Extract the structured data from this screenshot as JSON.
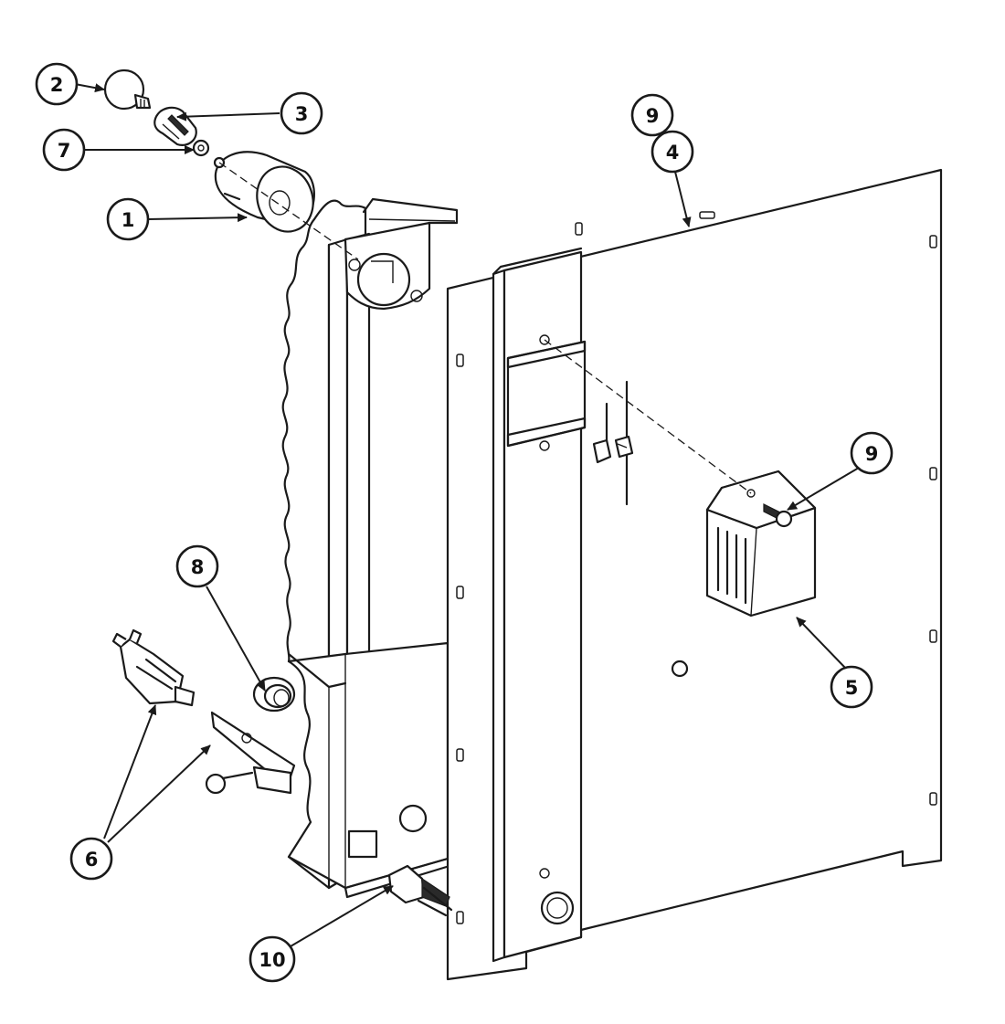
{
  "diagram": {
    "callouts": [
      {
        "id": "c1",
        "label": "1"
      },
      {
        "id": "c2",
        "label": "2"
      },
      {
        "id": "c3",
        "label": "3"
      },
      {
        "id": "c4",
        "label": "4"
      },
      {
        "id": "c5",
        "label": "5"
      },
      {
        "id": "c6",
        "label": "6"
      },
      {
        "id": "c7",
        "label": "7"
      },
      {
        "id": "c8",
        "label": "8"
      },
      {
        "id": "c9a",
        "label": "9"
      },
      {
        "id": "c9b",
        "label": "9"
      },
      {
        "id": "c10",
        "label": "10"
      }
    ],
    "colors": {
      "ink": "#1a1a1a",
      "background": "#ffffff"
    }
  }
}
